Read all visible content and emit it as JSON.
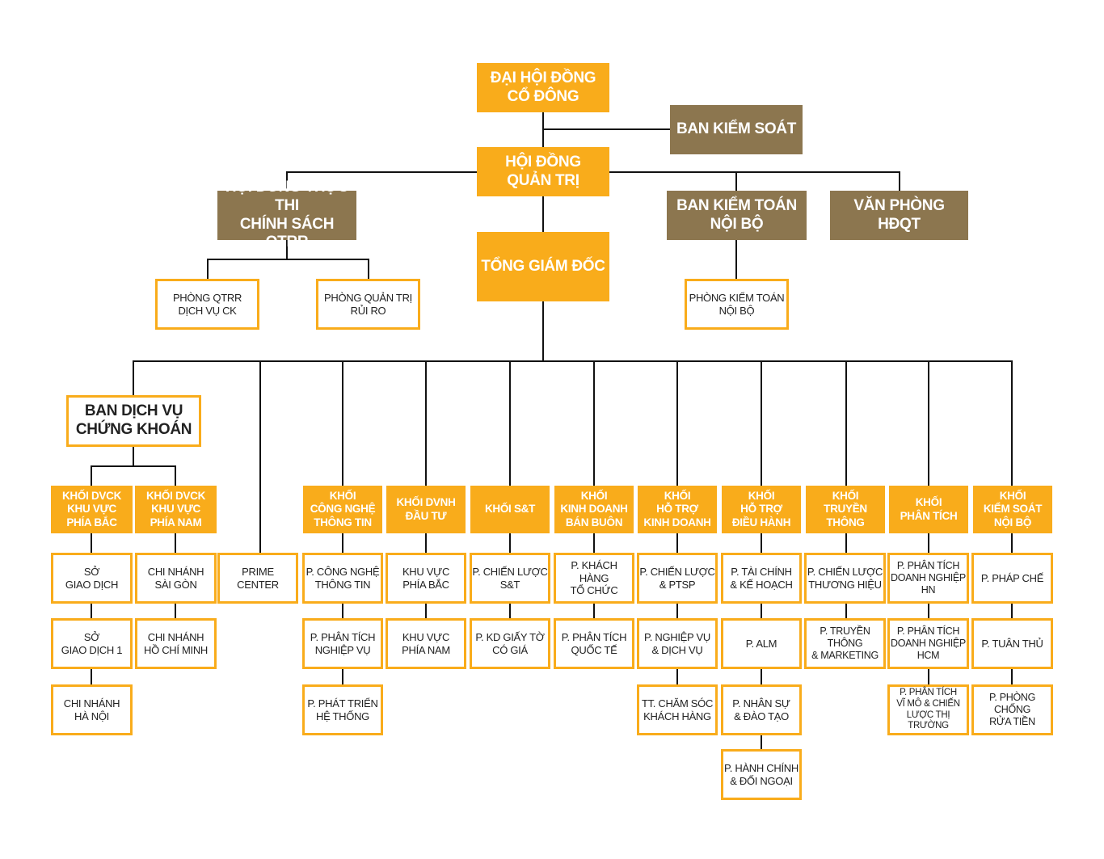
{
  "top": {
    "agm": "ĐẠI HỘI ĐỒNG\nCỔ ĐÔNG",
    "supervisory": "BAN KIỂM SOÁT",
    "board": "HỘI ĐỒNG\nQUẢN TRỊ",
    "risk_council": "HỘI ĐỒNG THỰC THI\nCHÍNH SÁCH QTRR",
    "internal_audit": "BAN KIỂM TOÁN\nNỘI BỘ",
    "board_office": "VĂN PHÒNG\nHĐQT",
    "ceo": "TỔNG GIÁM ĐỐC",
    "risk_dept_service": "PHÒNG QTRR\nDỊCH VỤ CK",
    "risk_management_dept": "PHÒNG QUẢN TRỊ\nRỦI RO",
    "audit_dept": "PHÒNG KIỂM TOÁN\nNỘI BỘ"
  },
  "securities_services": "BAN DỊCH VỤ\nCHỨNG KHOÁN",
  "prime_center": "PRIME\nCENTER",
  "columns": [
    {
      "header": "KHỐI DVCK\nKHU VỰC\nPHÍA BẮC",
      "items": [
        "SỞ\nGIAO DỊCH",
        "SỞ\nGIAO DỊCH 1",
        "CHI NHÁNH\nHÀ NỘI"
      ]
    },
    {
      "header": "KHỐI DVCK\nKHU VỰC\nPHÍA NAM",
      "items": [
        "CHI NHÁNH\nSÀI GÒN",
        "CHI NHÁNH\nHỒ CHÍ MINH"
      ]
    },
    {
      "header": "KHỐI\nCÔNG NGHỆ\nTHÔNG TIN",
      "items": [
        "P. CÔNG NGHỆ\nTHÔNG TIN",
        "P. PHÂN TÍCH\nNGHIỆP VỤ",
        "P. PHÁT TRIỂN\nHỆ THỐNG"
      ]
    },
    {
      "header": "KHỐI DVNH\nĐẦU TƯ",
      "items": [
        "KHU VỰC\nPHÍA BẮC",
        "KHU VỰC\nPHÍA NAM"
      ]
    },
    {
      "header": "KHỐI S&T",
      "items": [
        "P. CHIẾN LƯỢC\nS&T",
        "P. KD GIẤY TỜ\nCÓ GIÁ"
      ]
    },
    {
      "header": "KHỐI\nKINH DOANH\nBÁN BUÔN",
      "items": [
        "P. KHÁCH HÀNG\nTỔ CHỨC",
        "P. PHÂN TÍCH\nQUỐC TẾ"
      ]
    },
    {
      "header": "KHỐI\nHỖ TRỢ\nKINH DOANH",
      "items": [
        "P. CHIẾN LƯỢC\n& PTSP",
        "P. NGHIỆP VỤ\n& DỊCH VỤ",
        "TT. CHĂM SÓC\nKHÁCH HÀNG"
      ]
    },
    {
      "header": "KHỐI\nHỖ TRỢ\nĐIỀU HÀNH",
      "items": [
        "P. TÀI CHÍNH\n& KẾ HOẠCH",
        "P. ALM",
        "P. NHÂN SỰ\n& ĐÀO TẠO",
        "P. HÀNH CHÍNH\n& ĐỐI NGOẠI"
      ]
    },
    {
      "header": "KHỐI\nTRUYỀN\nTHÔNG",
      "items": [
        "P. CHIẾN LƯỢC\nTHƯƠNG HIỆU",
        "P. TRUYỀN THÔNG\n& MARKETING"
      ]
    },
    {
      "header": "KHỐI\nPHÂN TÍCH",
      "items": [
        "P. PHÂN TÍCH\nDOANH NGHIỆP\nHN",
        "P. PHÂN TÍCH\nDOANH NGHIỆP\nHCM",
        "P. PHÂN TÍCH\nVĨ MÔ & CHIẾN\nLƯỢC THỊ TRƯỜNG"
      ]
    },
    {
      "header": "KHỐI\nKIỂM SOÁT\nNỘI BỘ",
      "items": [
        "P. PHÁP CHẾ",
        "P. TUÂN THỦ",
        "P. PHÒNG CHỐNG\nRỬA TIỀN"
      ]
    }
  ],
  "colors": {
    "gold": "#f9ac1b",
    "brown": "#8c764f",
    "line": "#111111"
  }
}
